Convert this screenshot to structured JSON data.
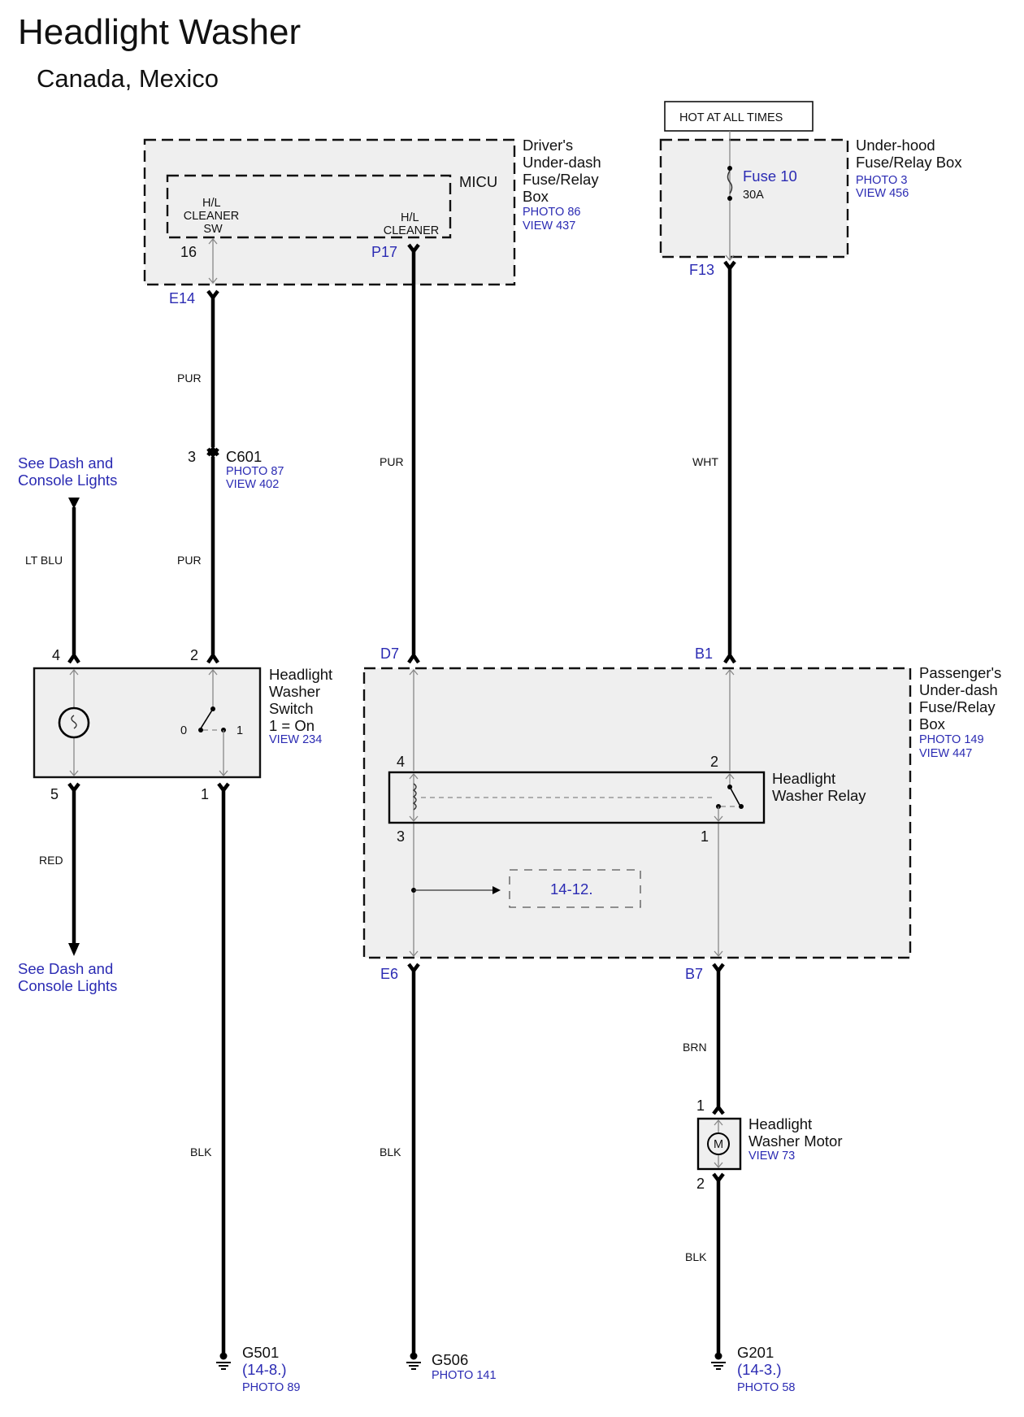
{
  "title": "Headlight Washer",
  "subtitle": "Canada, Mexico",
  "hot_label": "HOT AT ALL TIMES",
  "drivers_box": {
    "name_lines": [
      "Driver's",
      "Under-dash",
      "Fuse/Relay",
      "Box"
    ],
    "photo": "PHOTO 86",
    "view": "VIEW 437",
    "micu": "MICU",
    "sw_label": [
      "H/L",
      "CLEANER",
      "SW"
    ],
    "cleaner_label": [
      "H/L",
      "CLEANER"
    ],
    "pin_16": "16",
    "pin_p17": "P17",
    "conn_e14": "E14"
  },
  "underhood_box": {
    "name_lines": [
      "Under-hood",
      "Fuse/Relay Box"
    ],
    "photo": "PHOTO 3",
    "view": "VIEW 456",
    "fuse": "Fuse 10",
    "rating": "30A",
    "conn_f13": "F13"
  },
  "c601": {
    "name": "C601",
    "photo": "PHOTO 87",
    "view": "VIEW 402",
    "pin": "3"
  },
  "see_dash_top": [
    "See Dash and",
    "Console Lights"
  ],
  "see_dash_bottom": [
    "See Dash and",
    "Console Lights"
  ],
  "wires": {
    "pur_1": "PUR",
    "pur_2": "PUR",
    "pur_3": "PUR",
    "wht": "WHT",
    "lt_blu": "LT BLU",
    "red": "RED",
    "blk_1": "BLK",
    "blk_2": "BLK",
    "brn": "BRN",
    "blk_3": "BLK"
  },
  "switch": {
    "name_lines": [
      "Headlight",
      "Washer",
      "Switch",
      "1 = On"
    ],
    "view": "VIEW 234",
    "pin_4": "4",
    "pin_2": "2",
    "pin_5": "5",
    "pin_1": "1",
    "pos_0": "0",
    "pos_1": "1"
  },
  "passenger_box": {
    "name_lines": [
      "Passenger's",
      "Under-dash",
      "Fuse/Relay",
      "Box"
    ],
    "photo": "PHOTO 149",
    "view": "VIEW 447",
    "conn_d7": "D7",
    "conn_b1": "B1",
    "conn_e6": "E6",
    "conn_b7": "B7",
    "ref": "14-12."
  },
  "relay": {
    "name_lines": [
      "Headlight",
      "Washer Relay"
    ],
    "pin_4": "4",
    "pin_2": "2",
    "pin_3": "3",
    "pin_1": "1"
  },
  "motor": {
    "name_lines": [
      "Headlight",
      "Washer Motor"
    ],
    "view": "VIEW 73",
    "symbol": "M",
    "pin_1": "1",
    "pin_2": "2"
  },
  "grounds": {
    "g501": {
      "name": "G501",
      "ref": "(14-8.)",
      "photo": "PHOTO 89"
    },
    "g506": {
      "name": "G506",
      "photo": "PHOTO 141"
    },
    "g201": {
      "name": "G201",
      "ref": "(14-3.)",
      "photo": "PHOTO 58"
    }
  }
}
